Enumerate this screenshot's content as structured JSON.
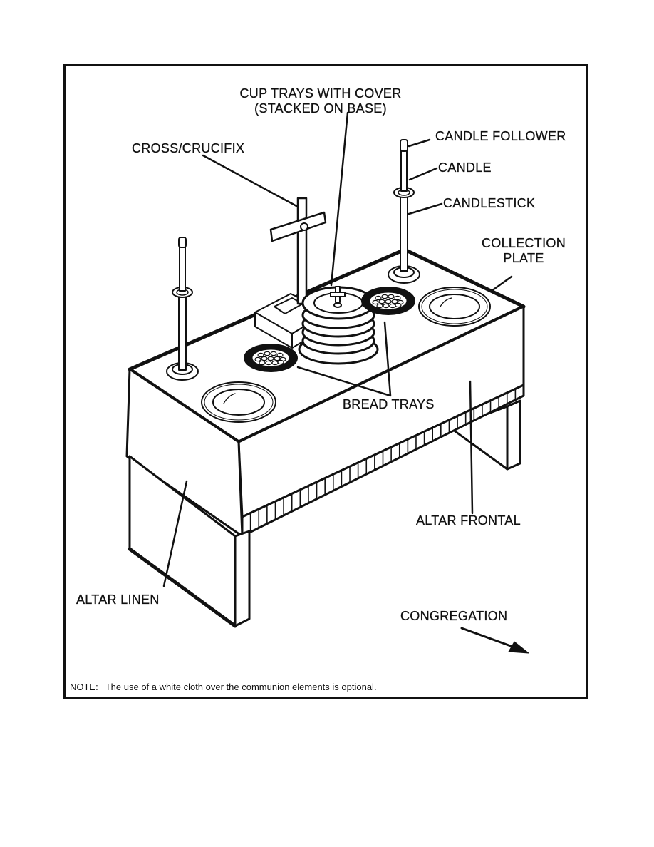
{
  "figure": {
    "labels": {
      "cup_trays_line1": "CUP TRAYS WITH COVER",
      "cup_trays_line2": "(STACKED ON BASE)",
      "cross": "CROSS/CRUCIFIX",
      "candle_follower": "CANDLE FOLLOWER",
      "candle": "CANDLE",
      "candlestick": "CANDLESTICK",
      "collection_plate_line1": "COLLECTION",
      "collection_plate_line2": "PLATE",
      "bread_trays": "BREAD TRAYS",
      "altar_frontal": "ALTAR FRONTAL",
      "altar_linen": "ALTAR LINEN",
      "congregation": "CONGREGATION"
    },
    "note": {
      "heading": "NOTE:",
      "text": "The use of a white cloth over the communion elements is optional."
    },
    "ink_color": "#111111",
    "paper_color": "#ffffff"
  }
}
